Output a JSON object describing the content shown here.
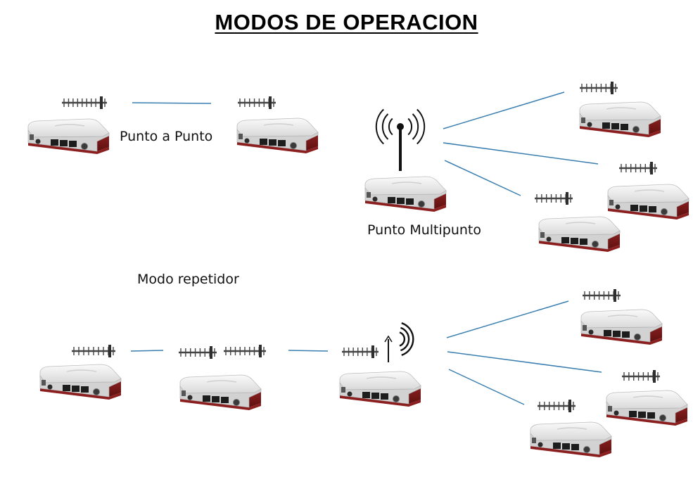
{
  "title": "MODOS DE OPERACION",
  "labels": {
    "point_to_point": "Punto a Punto",
    "point_multipoint": "Punto Multipunto",
    "repeater_mode": "Modo repetidor"
  },
  "colors": {
    "link_line": "#3b7fb0",
    "device_body": "#e6e6e6",
    "device_accent": "#8b1e1e",
    "antenna": "#444444"
  },
  "icons": {
    "device": "radio-device-icon",
    "yagi": "yagi-antenna-icon",
    "omni": "omni-antenna-icon"
  }
}
